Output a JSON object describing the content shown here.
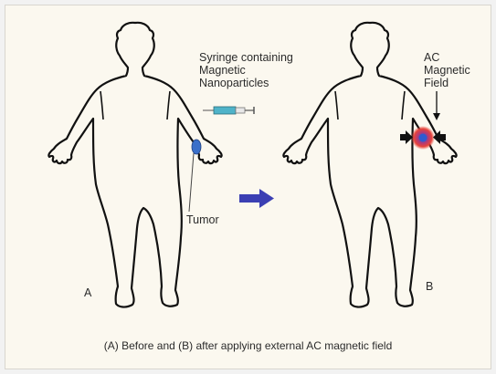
{
  "labels": {
    "syringe": "Syringe containing\nMagnetic\nNanoparticles",
    "field": "AC\nMagnetic\nField",
    "tumor": "Tumor",
    "panel_a": "A",
    "panel_b": "B"
  },
  "caption": "(A) Before and (B) after applying external AC magnetic field",
  "colors": {
    "background": "#fbf8ef",
    "outline": "#111111",
    "tumor": "#3a6fc9",
    "arrow": "#3b3fb3",
    "heat": "#e8433a",
    "syringe": "#4fb3c9"
  },
  "icons": {
    "syringe": "syringe-icon",
    "transition_arrow": "right-arrow-icon",
    "field_arrows": "inward-arrows-icon"
  }
}
